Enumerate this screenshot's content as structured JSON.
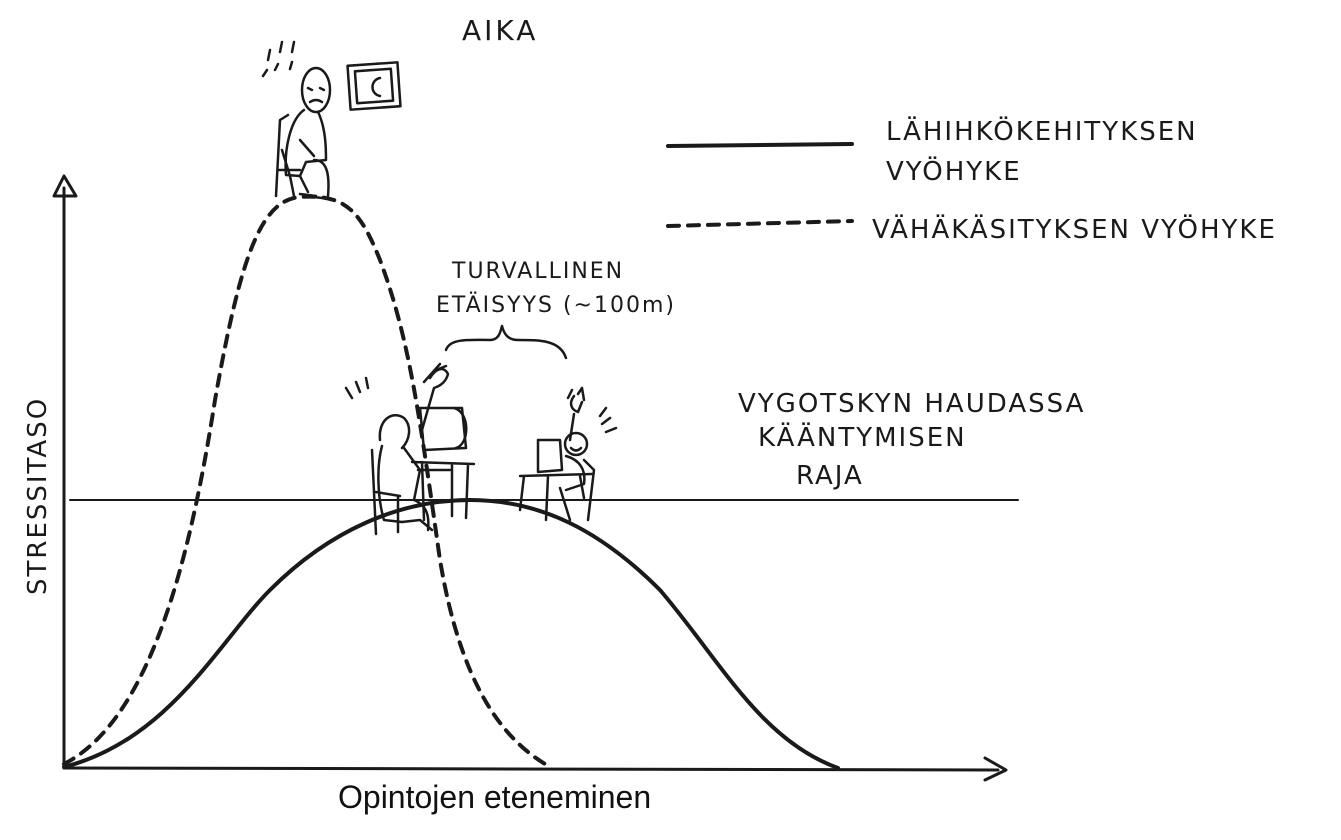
{
  "title": "AIKA",
  "legend": {
    "solid_label_line1": "LÄHIHKÖKEHITYKSEN",
    "solid_label_line2": "VYÖHYKE",
    "dashed_label": "VÄHÄKÄSITYKSEN VYÖHYKE"
  },
  "annotation": {
    "line1": "TURVALLINEN",
    "line2": "ETÄISYYS (~100m)"
  },
  "threshold_label": {
    "line1": "VYGOTSKYN HAUDASSA",
    "line2": "KÄÄNTYMISEN",
    "line3": "RAJA"
  },
  "axes": {
    "y_label": "STRESSITASO",
    "x_label": "Opintojen eteneminen"
  },
  "colors": {
    "ink": "#1a1a1a",
    "background": "#ffffff"
  },
  "icons": [
    "stressed-person-icon",
    "clock-icon",
    "student-at-computer-icon",
    "happy-student-icon"
  ]
}
